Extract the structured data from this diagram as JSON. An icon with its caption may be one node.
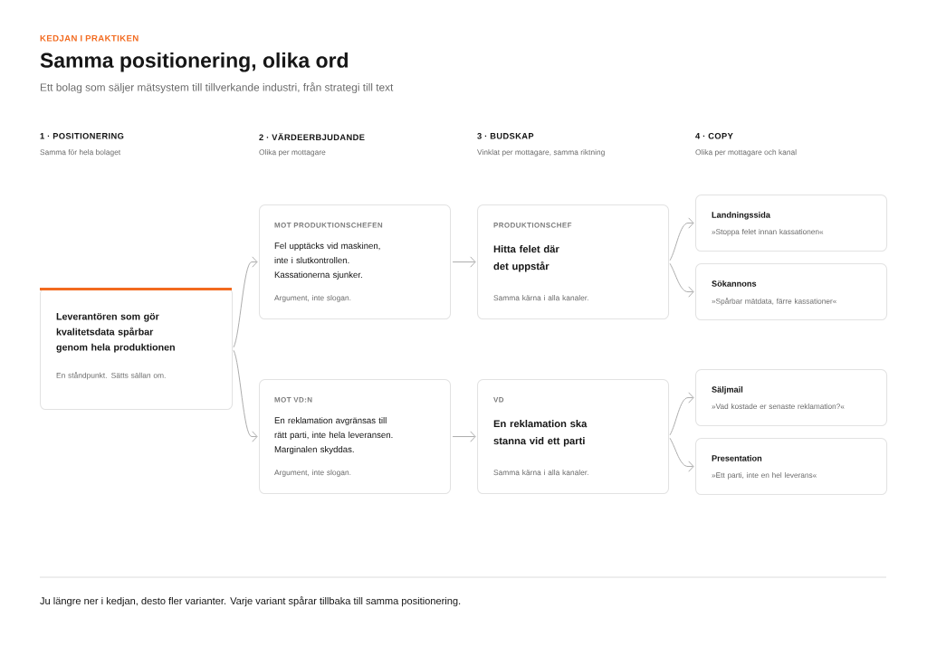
{
  "diagram": {
    "title": "Samma positionering, olika ord",
    "nodes": [
      {
        "text": [
          "Leverantören som gör kvalitetsdata spårbar genom hela produktionen",
          "En ståndpunkt. Sätts sällan om."
        ]
      },
      {
        "text": [
          "MOT PRODUKTIONSCHEFEN",
          "Fel upptäcks vid maskinen, inte i slutkontrollen. Kassationerna sjunker.",
          "Argument, inte slogan."
        ]
      },
      {
        "text": [
          "MOT VD:N",
          "En reklamation avgränsas till rätt parti, inte hela leveransen. Marginalen skyddas.",
          "Argument, inte slogan."
        ]
      },
      {
        "text": [
          "PRODUKTIONSCHEF",
          "Hitta felet där det uppstår",
          "Samma kärna i alla kanaler."
        ]
      },
      {
        "text": [
          "VD",
          "En reklamation ska stanna vid ett parti",
          "Samma kärna i alla kanaler."
        ]
      },
      {
        "text": [
          "Landningssida",
          "»Stoppa felet innan kassationen«"
        ]
      },
      {
        "text": [
          "Sökannons",
          "»Spårbar mätdata, färre kassationer«"
        ]
      },
      {
        "text": [
          "Säljmail",
          "»Vad kostade er senaste reklamation?«"
        ]
      },
      {
        "text": [
          "Presentation",
          "»Ett parti, inte en hel leverans«"
        ]
      }
    ],
    "edges": [
      {
        "from": 0,
        "to": 1,
        "arrow": "to"
      },
      {
        "from": 0,
        "to": 2,
        "arrow": "to"
      },
      {
        "from": 1,
        "to": 3,
        "arrow": "to"
      },
      {
        "from": 2,
        "to": 4,
        "arrow": "to"
      },
      {
        "from": 3,
        "to": 5,
        "arrow": "to"
      },
      {
        "from": 3,
        "to": 6,
        "arrow": "to"
      },
      {
        "from": 4,
        "to": 7,
        "arrow": "to"
      },
      {
        "from": 4,
        "to": 8,
        "arrow": "to"
      }
    ],
    "labels": [
      "KEDJAN I PRAKTIKEN",
      "Ett bolag som säljer mätsystem till tillverkande industri, från strategi till text",
      "1 · POSITIONERING",
      "Samma för hela bolaget",
      "2 · VÄRDEERBJUDANDE",
      "Olika per mottagare",
      "3 · BUDSKAP",
      "Vinklat per mottagare, samma riktning",
      "4 · COPY",
      "Olika per mottagare och kanal",
      "Ju längre ner i kedjan, desto fler varianter. Varje variant spårar tillbaka till samma positionering."
    ]
  }
}
